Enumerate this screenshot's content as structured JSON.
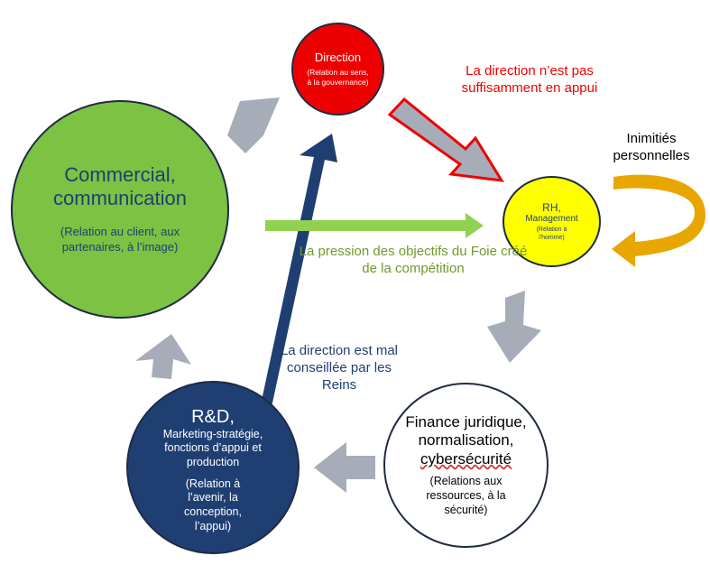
{
  "nodes": {
    "direction": {
      "title": "Direction",
      "subtitle": "(Relation au sens, à la gouvernance)",
      "fill": "#ee0000"
    },
    "rh": {
      "title": "RH,",
      "title2": "Management",
      "subtitle": "(Relation à l'homme)",
      "fill": "#ffff00"
    },
    "commercial": {
      "title": "Commercial, communication",
      "subtitle": "(Relation au client, aux partenaires, à l’image)",
      "fill": "#7cc243"
    },
    "rd": {
      "title": "R&D,",
      "body": "Marketing-stratégie, fonctions d’appui et production",
      "subtitle": "(Relation à l’avenir, la conception, l’appui)",
      "fill": "#1f3f73"
    },
    "finance": {
      "title": "Finance juridique, normalisation,",
      "title_underlined": "cybersécurité",
      "subtitle": "(Relations aux ressources, à la sécurité)",
      "fill": "#ffffff"
    }
  },
  "labels": {
    "direction_support": "La direction n’est pas suffisamment en appui",
    "inimities": "Inimitiés personnelles",
    "pression": "La pression des objectifs du Foie créé de la compétition",
    "mal_conseillee": "La direction est mal conseillée par les Reins"
  },
  "colors": {
    "red": "#ee0000",
    "green_arrow": "#92d050",
    "green_text": "#6f9a2c",
    "navy": "#1f3f73",
    "gray_arrow": "#a6adb8",
    "gold": "#e8a600"
  }
}
